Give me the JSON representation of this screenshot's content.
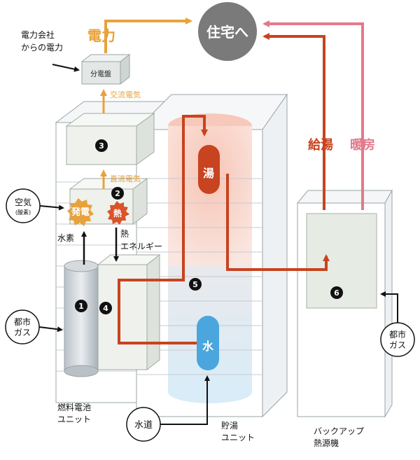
{
  "labels": {
    "utility_power": [
      "電力会社",
      "からの電力"
    ],
    "distribution_board": "分電盤",
    "power": "電力",
    "to_house": "住宅へ",
    "hot_water_supply": "給湯",
    "heating": "暖房",
    "ac_power": "交流電気",
    "dc_power": "直流電気",
    "air": "空気",
    "air_note": "(酸素)",
    "power_generation": "発電",
    "heat": "熱",
    "hydrogen": "水素",
    "thermal_energy": [
      "熱",
      "エネルギー"
    ],
    "hot_water": "湯",
    "water": "水",
    "city_gas": [
      "都市",
      "ガス"
    ],
    "water_supply": "水道",
    "fuel_cell_unit": [
      "燃料電池",
      "ユニット"
    ],
    "storage_unit": [
      "貯湯",
      "ユニット"
    ],
    "backup_unit": [
      "バックアップ",
      "熱源機"
    ]
  },
  "markers": [
    "1",
    "2",
    "3",
    "4",
    "5",
    "6"
  ],
  "colors": {
    "power_arrow": "#e8a23b",
    "hot_water_pipe": "#c8431f",
    "heating_arrow": "#e27a8a",
    "hot_water_tank": "#c8431f",
    "water_tank": "#4aa6dc",
    "to_house_circle": "#7a7a7a"
  }
}
